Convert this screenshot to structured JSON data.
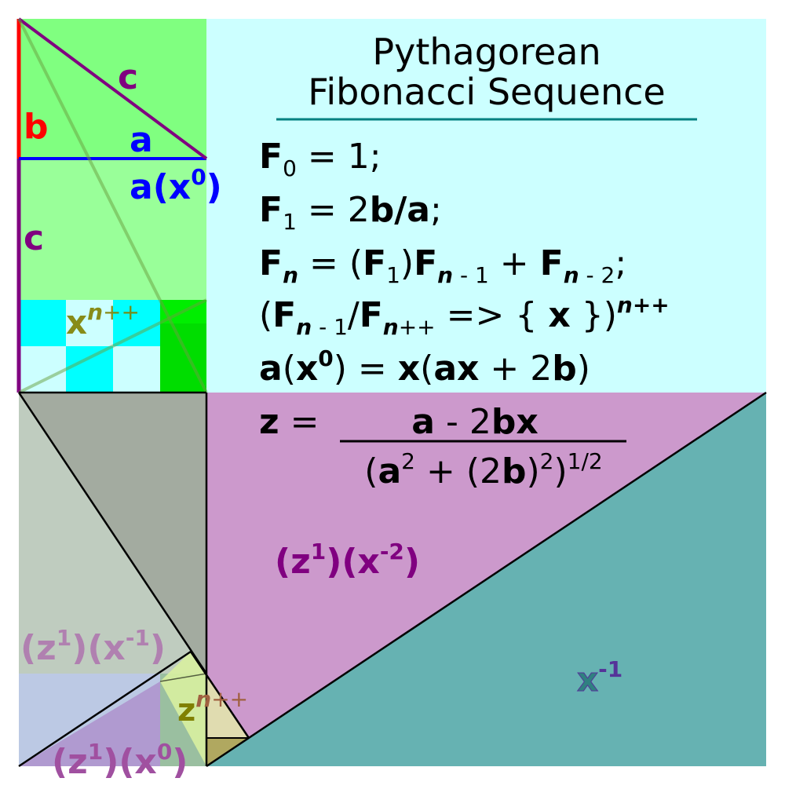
{
  "title_line1": "Pythagorean",
  "title_line2": "Fibonacci Sequence",
  "equations": {
    "eq1": {
      "F": "F",
      "sub": "0",
      "rest": " = 1;"
    },
    "eq2": {
      "F": "F",
      "sub": "1",
      "mid": " = 2",
      "bold": "b/a",
      "end": ";"
    },
    "eq3": {
      "F": "F",
      "n": "n",
      "eq": " = (",
      "F1": "F",
      "one": "1",
      "close": ")",
      "F2": "F",
      "n2": "n",
      "m1": " - 1",
      "plus": " + ",
      "F3": "F",
      "n3": "n",
      "m2": " - 2",
      "semi": ";"
    },
    "eq4": {
      "open": "(",
      "F1": "F",
      "n1": "n",
      "m1": " - 1",
      "slash": "/",
      "F2": "F",
      "n2": "n",
      "pp": "++",
      "arrow": " => { ",
      "x": "x",
      "brace": " })",
      "sup_n": "n",
      "sup_pp": "++"
    },
    "eq5": {
      "a": "a",
      "open": "(",
      "x": "x",
      "zero": "0",
      "mid": ") = ",
      "x2": "x",
      "open2": "(",
      "ax": "ax",
      "plus": " + 2",
      "b": "b",
      "close": ")"
    },
    "eq6": {
      "z": "z",
      "eq": " = ",
      "num_a": "a",
      "num_mid": " - 2",
      "num_bx": "bx",
      "den_open": "(",
      "den_a": "a",
      "den_two": "2",
      "den_plus": " + (2",
      "den_b": "b",
      "den_close": ")",
      "den_two2": "2",
      "den_close2": ")",
      "den_half": "1/2"
    }
  },
  "labels": {
    "c_top": "c",
    "b_side": "b",
    "a_line": "a",
    "ax0_base": "a(x",
    "ax0_sup": "0",
    "ax0_close": ")",
    "c_side": "c",
    "xnpp_x": "x",
    "xnpp_n": "n",
    "xnpp_pp": "++",
    "z1x2_z": "(z",
    "z1x2_1": "1",
    "z1x2_mid": ")(x",
    "z1x2_exp": "-2",
    "z1x2_close": ")",
    "z1x1_z": "(z",
    "z1x1_1": "1",
    "z1x1_mid": ")(x",
    "z1x1_exp": "-1",
    "z1x1_close": ")",
    "z1x0_z": "(z",
    "z1x0_1": "1",
    "z1x0_mid": ")(x",
    "z1x0_exp": "0",
    "z1x0_close": ")",
    "znpp_z": "z",
    "znpp_n": "n",
    "znpp_pp": "++",
    "xinv_x": "x",
    "xinv_exp": "-1"
  },
  "colors": {
    "cyan_bg": "#ccffff",
    "green_top": "#80ff80",
    "green_mid": "#99ff99",
    "mauve": "#cc99cc",
    "teal": "#66b2b2",
    "grey_dark": "#a3aba0",
    "grey_light": "#bfccbf",
    "purple": "#800080",
    "blue": "#0000ff",
    "red": "#ff0000",
    "olive": "#808000"
  }
}
